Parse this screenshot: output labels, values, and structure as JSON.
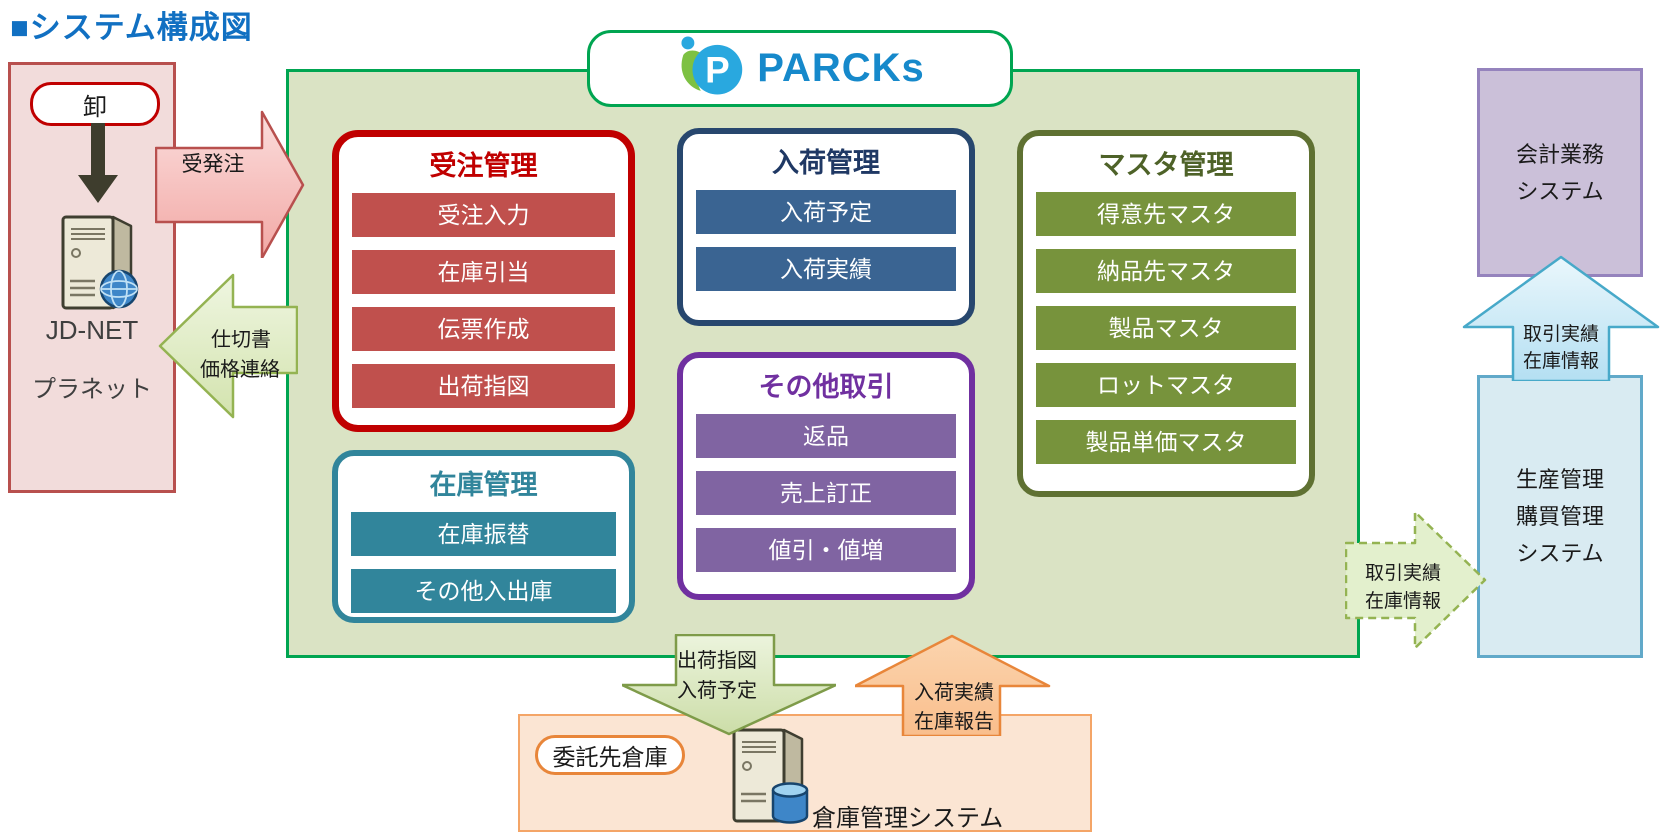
{
  "title": "■システム構成図",
  "parcks": {
    "logo_text": "PARCKs"
  },
  "left_panel": {
    "badge": "卸",
    "line1": "JD-NET",
    "line2": "プラネット"
  },
  "modules": [
    {
      "id": "order",
      "title": "受注管理",
      "items": [
        "受注入力",
        "在庫引当",
        "伝票作成",
        "出荷指図"
      ]
    },
    {
      "id": "stock",
      "title": "在庫管理",
      "items": [
        "在庫振替",
        "その他入出庫"
      ]
    },
    {
      "id": "arrival",
      "title": "入荷管理",
      "items": [
        "入荷予定",
        "入荷実績"
      ]
    },
    {
      "id": "other",
      "title": "その他取引",
      "items": [
        "返品",
        "売上訂正",
        "値引・値増"
      ]
    },
    {
      "id": "master",
      "title": "マスタ管理",
      "items": [
        "得意先マスタ",
        "納品先マスタ",
        "製品マスタ",
        "ロットマスタ",
        "製品単価マスタ"
      ]
    }
  ],
  "arrows": {
    "order": {
      "label": "受発注"
    },
    "invoice": {
      "lines": [
        "仕切書",
        "価格連絡"
      ]
    },
    "to_accounting": {
      "lines": [
        "取引実績",
        "在庫情報"
      ]
    },
    "to_production": {
      "lines": [
        "取引実績",
        "在庫情報"
      ]
    },
    "to_warehouse": {
      "lines": [
        "出荷指図",
        "入荷予定"
      ]
    },
    "from_warehouse": {
      "lines": [
        "入荷実績",
        "在庫報告"
      ]
    }
  },
  "systems": {
    "accounting": {
      "lines": [
        "会計業務",
        "システム"
      ]
    },
    "production": {
      "lines": [
        "生産管理",
        "購買管理",
        "システム"
      ]
    }
  },
  "warehouse": {
    "badge": "委託先倉庫",
    "label": "倉庫管理システム"
  },
  "palette": {
    "title_blue": "#1170C2",
    "brand_blue": "#1689CB",
    "parcks_green_border": "#00A551",
    "main_fill": "#DAE3C4",
    "order_red": "#C00000",
    "order_bar": "#C0504D",
    "arrival_navy": "#27476E",
    "arrival_bar": "#3A6492",
    "other_purple": "#7030A0",
    "other_bar": "#8064A2",
    "master_olive": "#5F7132",
    "master_bar": "#77933C",
    "stock_teal": "#31859B",
    "accounting_fill": "#CBC0D9",
    "production_fill": "#D9EBF2",
    "warehouse_fill": "#FBE5D3",
    "warehouse_orange": "#E8863A"
  }
}
